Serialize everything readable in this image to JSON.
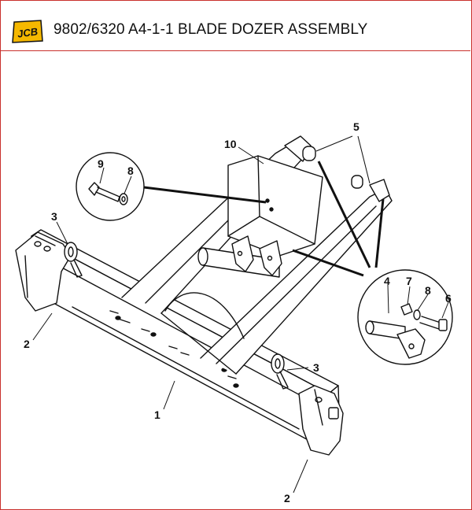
{
  "header": {
    "logo_text": "JCB",
    "title": "9802/6320 A4-1-1 BLADE DOZER ASSEMBLY"
  },
  "callouts": {
    "c1": "1",
    "c2a": "2",
    "c2b": "2",
    "c3a": "3",
    "c3b": "3",
    "c4": "4",
    "c5": "5",
    "c6": "6",
    "c7": "7",
    "c8a": "8",
    "c8b": "8",
    "c9": "9",
    "c10": "10"
  },
  "colors": {
    "frame": "#c9302c",
    "ink": "#111111",
    "logo_yellow": "#f5b800"
  }
}
